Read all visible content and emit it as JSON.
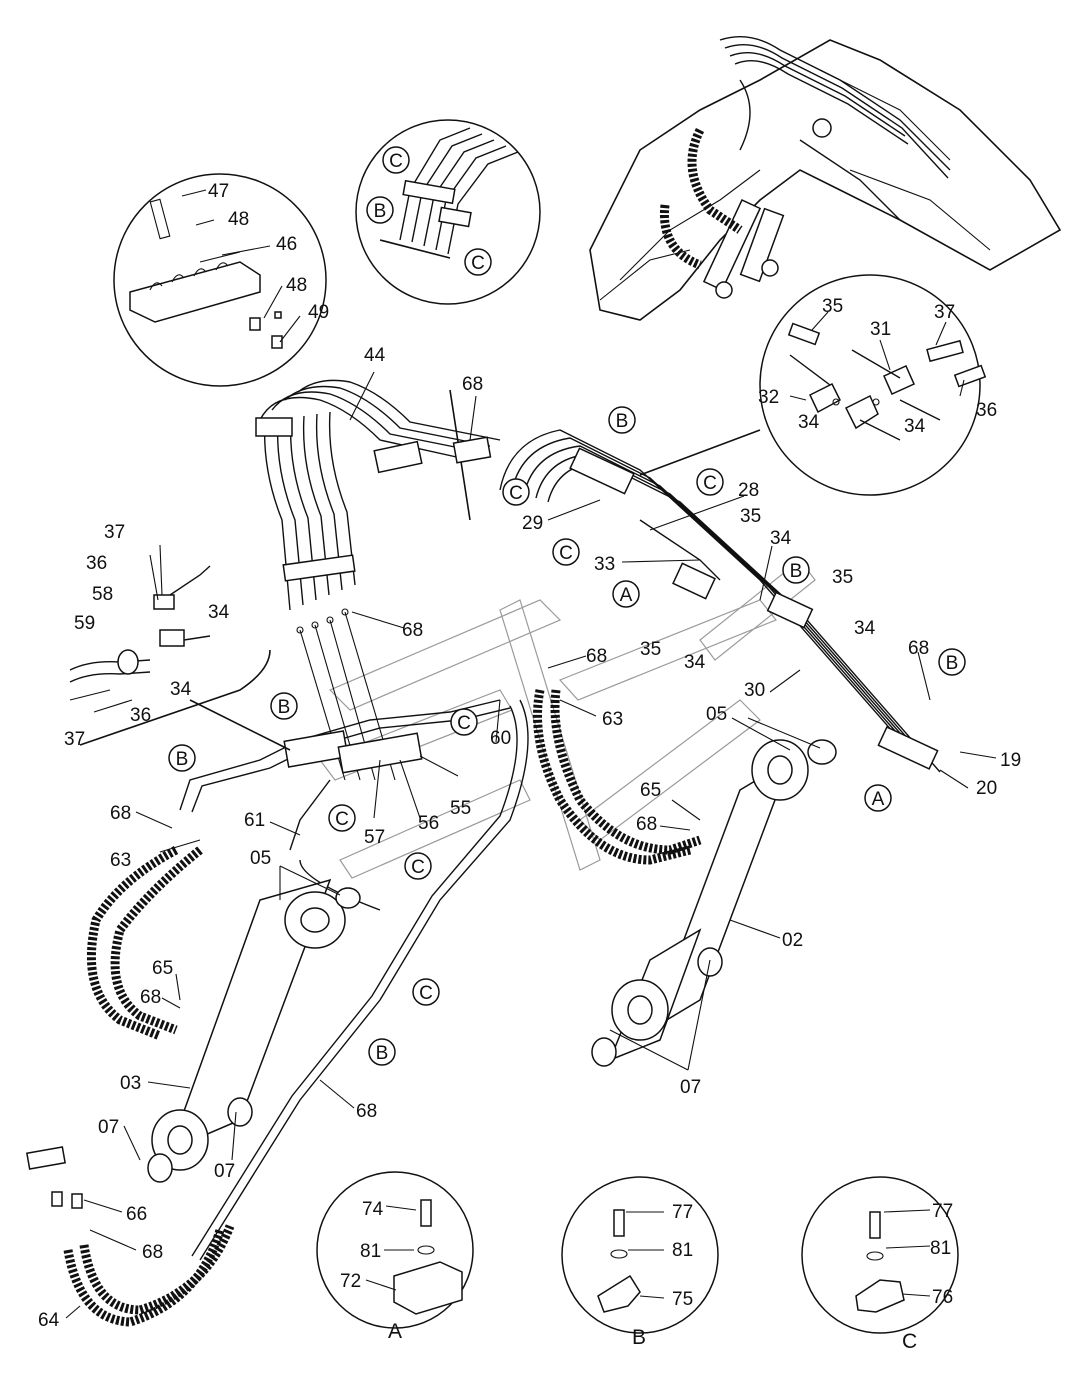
{
  "part_labels": [
    {
      "id": "47",
      "text": "47"
    },
    {
      "id": "48a",
      "text": "48"
    },
    {
      "id": "46",
      "text": "46"
    },
    {
      "id": "48b",
      "text": "48"
    },
    {
      "id": "49",
      "text": "49"
    },
    {
      "id": "44",
      "text": "44"
    },
    {
      "id": "68a",
      "text": "68"
    },
    {
      "id": "35a",
      "text": "35"
    },
    {
      "id": "37a",
      "text": "37"
    },
    {
      "id": "31",
      "text": "31"
    },
    {
      "id": "32",
      "text": "32"
    },
    {
      "id": "36a",
      "text": "36"
    },
    {
      "id": "34a",
      "text": "34"
    },
    {
      "id": "34b",
      "text": "34"
    },
    {
      "id": "28",
      "text": "28"
    },
    {
      "id": "29",
      "text": "29"
    },
    {
      "id": "35b",
      "text": "35"
    },
    {
      "id": "33",
      "text": "33"
    },
    {
      "id": "34c",
      "text": "34"
    },
    {
      "id": "35c",
      "text": "35"
    },
    {
      "id": "35d",
      "text": "35"
    },
    {
      "id": "34d",
      "text": "34"
    },
    {
      "id": "34e",
      "text": "34"
    },
    {
      "id": "68b",
      "text": "68"
    },
    {
      "id": "68c",
      "text": "68"
    },
    {
      "id": "30",
      "text": "30"
    },
    {
      "id": "19",
      "text": "19"
    },
    {
      "id": "20",
      "text": "20"
    },
    {
      "id": "37b",
      "text": "37"
    },
    {
      "id": "36b",
      "text": "36"
    },
    {
      "id": "58",
      "text": "58"
    },
    {
      "id": "34f",
      "text": "34"
    },
    {
      "id": "59",
      "text": "59"
    },
    {
      "id": "34g",
      "text": "34"
    },
    {
      "id": "37c",
      "text": "37"
    },
    {
      "id": "36c",
      "text": "36"
    },
    {
      "id": "68d",
      "text": "68"
    },
    {
      "id": "63a",
      "text": "63"
    },
    {
      "id": "60",
      "text": "60"
    },
    {
      "id": "05a",
      "text": "05"
    },
    {
      "id": "68e",
      "text": "68"
    },
    {
      "id": "61",
      "text": "61"
    },
    {
      "id": "57",
      "text": "57"
    },
    {
      "id": "56",
      "text": "56"
    },
    {
      "id": "55",
      "text": "55"
    },
    {
      "id": "65a",
      "text": "65"
    },
    {
      "id": "68f",
      "text": "68"
    },
    {
      "id": "63b",
      "text": "63"
    },
    {
      "id": "05b",
      "text": "05"
    },
    {
      "id": "02",
      "text": "02"
    },
    {
      "id": "65b",
      "text": "65"
    },
    {
      "id": "68g",
      "text": "68"
    },
    {
      "id": "03",
      "text": "03"
    },
    {
      "id": "07a",
      "text": "07"
    },
    {
      "id": "07b",
      "text": "07"
    },
    {
      "id": "68h",
      "text": "68"
    },
    {
      "id": "07c",
      "text": "07"
    },
    {
      "id": "66",
      "text": "66"
    },
    {
      "id": "68i",
      "text": "68"
    },
    {
      "id": "64",
      "text": "64"
    },
    {
      "id": "74",
      "text": "74"
    },
    {
      "id": "81a",
      "text": "81"
    },
    {
      "id": "72",
      "text": "72"
    },
    {
      "id": "77a",
      "text": "77"
    },
    {
      "id": "81b",
      "text": "81"
    },
    {
      "id": "75",
      "text": "75"
    },
    {
      "id": "77b",
      "text": "77"
    },
    {
      "id": "81c",
      "text": "81"
    },
    {
      "id": "76",
      "text": "76"
    }
  ],
  "callout_markers": [
    {
      "id": "c1",
      "text": "C"
    },
    {
      "id": "b1",
      "text": "B"
    },
    {
      "id": "c2",
      "text": "C"
    },
    {
      "id": "b2",
      "text": "B"
    },
    {
      "id": "c3",
      "text": "C"
    },
    {
      "id": "c4",
      "text": "C"
    },
    {
      "id": "c5",
      "text": "C"
    },
    {
      "id": "a1",
      "text": "A"
    },
    {
      "id": "b3",
      "text": "B"
    },
    {
      "id": "b4",
      "text": "B"
    },
    {
      "id": "a2",
      "text": "A"
    },
    {
      "id": "b5",
      "text": "B"
    },
    {
      "id": "c6",
      "text": "C"
    },
    {
      "id": "b6",
      "text": "B"
    },
    {
      "id": "c7",
      "text": "C"
    },
    {
      "id": "c8",
      "text": "C"
    },
    {
      "id": "c9",
      "text": "C"
    },
    {
      "id": "b7",
      "text": "B"
    }
  ],
  "detail_captions": {
    "a": "A",
    "b": "B",
    "c": "C"
  }
}
